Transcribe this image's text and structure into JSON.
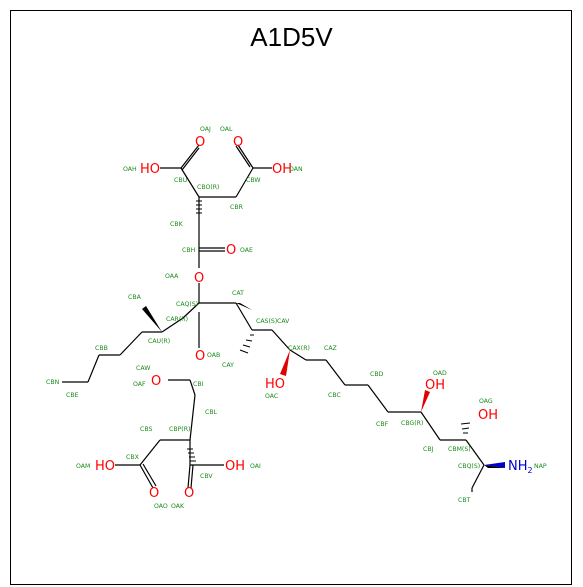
{
  "title": "A1D5V",
  "atom_symbols": {
    "OH": "OH",
    "HO": "HO",
    "O": "O",
    "NH": "NH",
    "sub2": "2"
  },
  "labels": {
    "OAJ": "OAJ",
    "OAL": "OAL",
    "OAH": "OAH",
    "OAN": "OAN",
    "CBU": "CBU",
    "CBO": "CBO(R)",
    "CBW": "CBW",
    "CBR": "CBR",
    "CBK": "CBK",
    "CBH": "CBH",
    "OAE": "OAE",
    "OAA": "OAA",
    "CBA": "CBA",
    "CAQ": "CAQ(S)",
    "CAT": "CAT",
    "CAR": "CAR(R)",
    "CAU": "CAU(R)",
    "CAS": "CAS(S)",
    "CAV": "CAV",
    "CBB": "CBB",
    "OAB": "OAB",
    "CAY": "CAY",
    "CAX": "CAX(R)",
    "CAZ": "CAZ",
    "CAW": "CAW",
    "CBN": "CBN",
    "CBE": "CBE",
    "OAF": "OAF",
    "CBI": "CBI",
    "OAC": "OAC",
    "CBC": "CBC",
    "CBD": "CBD",
    "OAD": "OAD",
    "CBL": "CBL",
    "CBF": "CBF",
    "CBG": "CBG(R)",
    "OAG": "OAG",
    "CBS": "CBS",
    "CBP": "CBP(R)",
    "CBJ": "CBJ",
    "CBM": "CBM(S)",
    "CBX": "CBX",
    "OAM": "OAM",
    "OAI": "OAI",
    "CBV": "CBV",
    "CBQ": "CBQ(S)",
    "NAP": "NAP",
    "OAO": "OAO",
    "OAK": "OAK",
    "CBT": "CBT"
  }
}
